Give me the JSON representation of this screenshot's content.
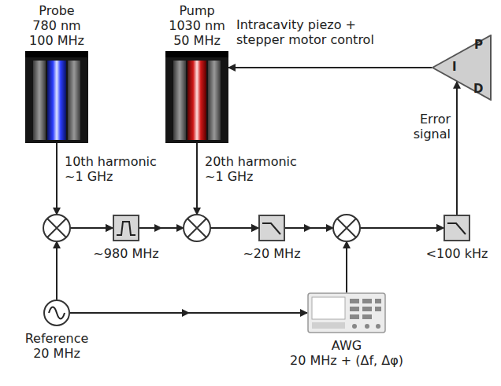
{
  "diagram": {
    "nodes": [
      {
        "text": [
          "Probe 780 nm 100 MHz"
        ]
      },
      {
        "text": [
          "Pump 1030 nm 50 MHz"
        ]
      },
      {
        "text": [
          "P",
          "I",
          "D"
        ]
      },
      {
        "text": [
          "~980 MHz"
        ]
      },
      {
        "text": [
          "~20 MHz"
        ]
      },
      {
        "text": [
          "<100 kHz"
        ]
      },
      {
        "text": [
          "Reference",
          "20 MHz"
        ]
      },
      {
        "text": [
          "AWG",
          "20 MHz + (Δf, Δφ)"
        ]
      }
    ],
    "edges": [
      {
        "from": 0,
        "to": 3,
        "arrow": "to",
        "label": "10th harmonic ~1 GHz"
      },
      {
        "from": 6,
        "to": 3,
        "arrow": "to"
      },
      {
        "from": 3,
        "to": 4,
        "arrow": "to"
      },
      {
        "from": 1,
        "to": 4,
        "arrow": "to",
        "label": "20th harmonic ~1 GHz"
      },
      {
        "from": 4,
        "to": 5,
        "arrow": "to"
      },
      {
        "from": 7,
        "to": 5,
        "arrow": "to"
      },
      {
        "from": 6,
        "to": 7,
        "arrow": "to"
      },
      {
        "from": 5,
        "to": 2,
        "arrow": "to",
        "label": "Error signal"
      },
      {
        "from": 2,
        "to": 1,
        "arrow": "to",
        "label": "Intracavity piezo + stepper motor control"
      }
    ]
  }
}
